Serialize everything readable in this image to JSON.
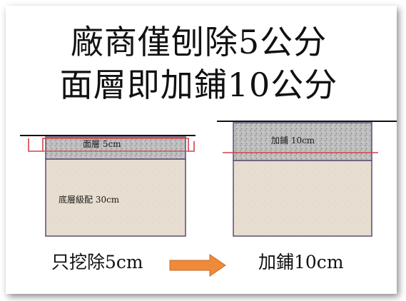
{
  "title": {
    "line1": "廠商僅刨除5公分",
    "line2": "面層即加鋪10公分"
  },
  "left_diagram": {
    "surface_label": "面層 5cm",
    "base_label": "底層級配 30cm",
    "caption": "只挖除5cm"
  },
  "right_diagram": {
    "surface_label": "加鋪 10cm",
    "caption": "加鋪10cm"
  },
  "colors": {
    "asphalt": "#bcbcbc",
    "base": "#e7ddd0",
    "outline": "#5a4d73",
    "cut_line": "#d0404a",
    "road_line": "#111111",
    "arrow": "#ee8a3a"
  }
}
